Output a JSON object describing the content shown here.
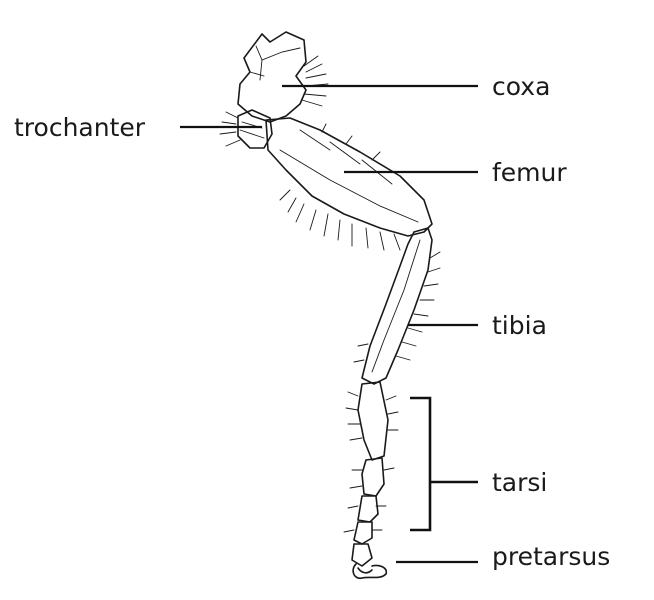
{
  "labels": {
    "coxa": "coxa",
    "trochanter": "trochanter",
    "femur": "femur",
    "tibia": "tibia",
    "tarsi": "tarsi",
    "pretarsus": "pretarsus"
  }
}
